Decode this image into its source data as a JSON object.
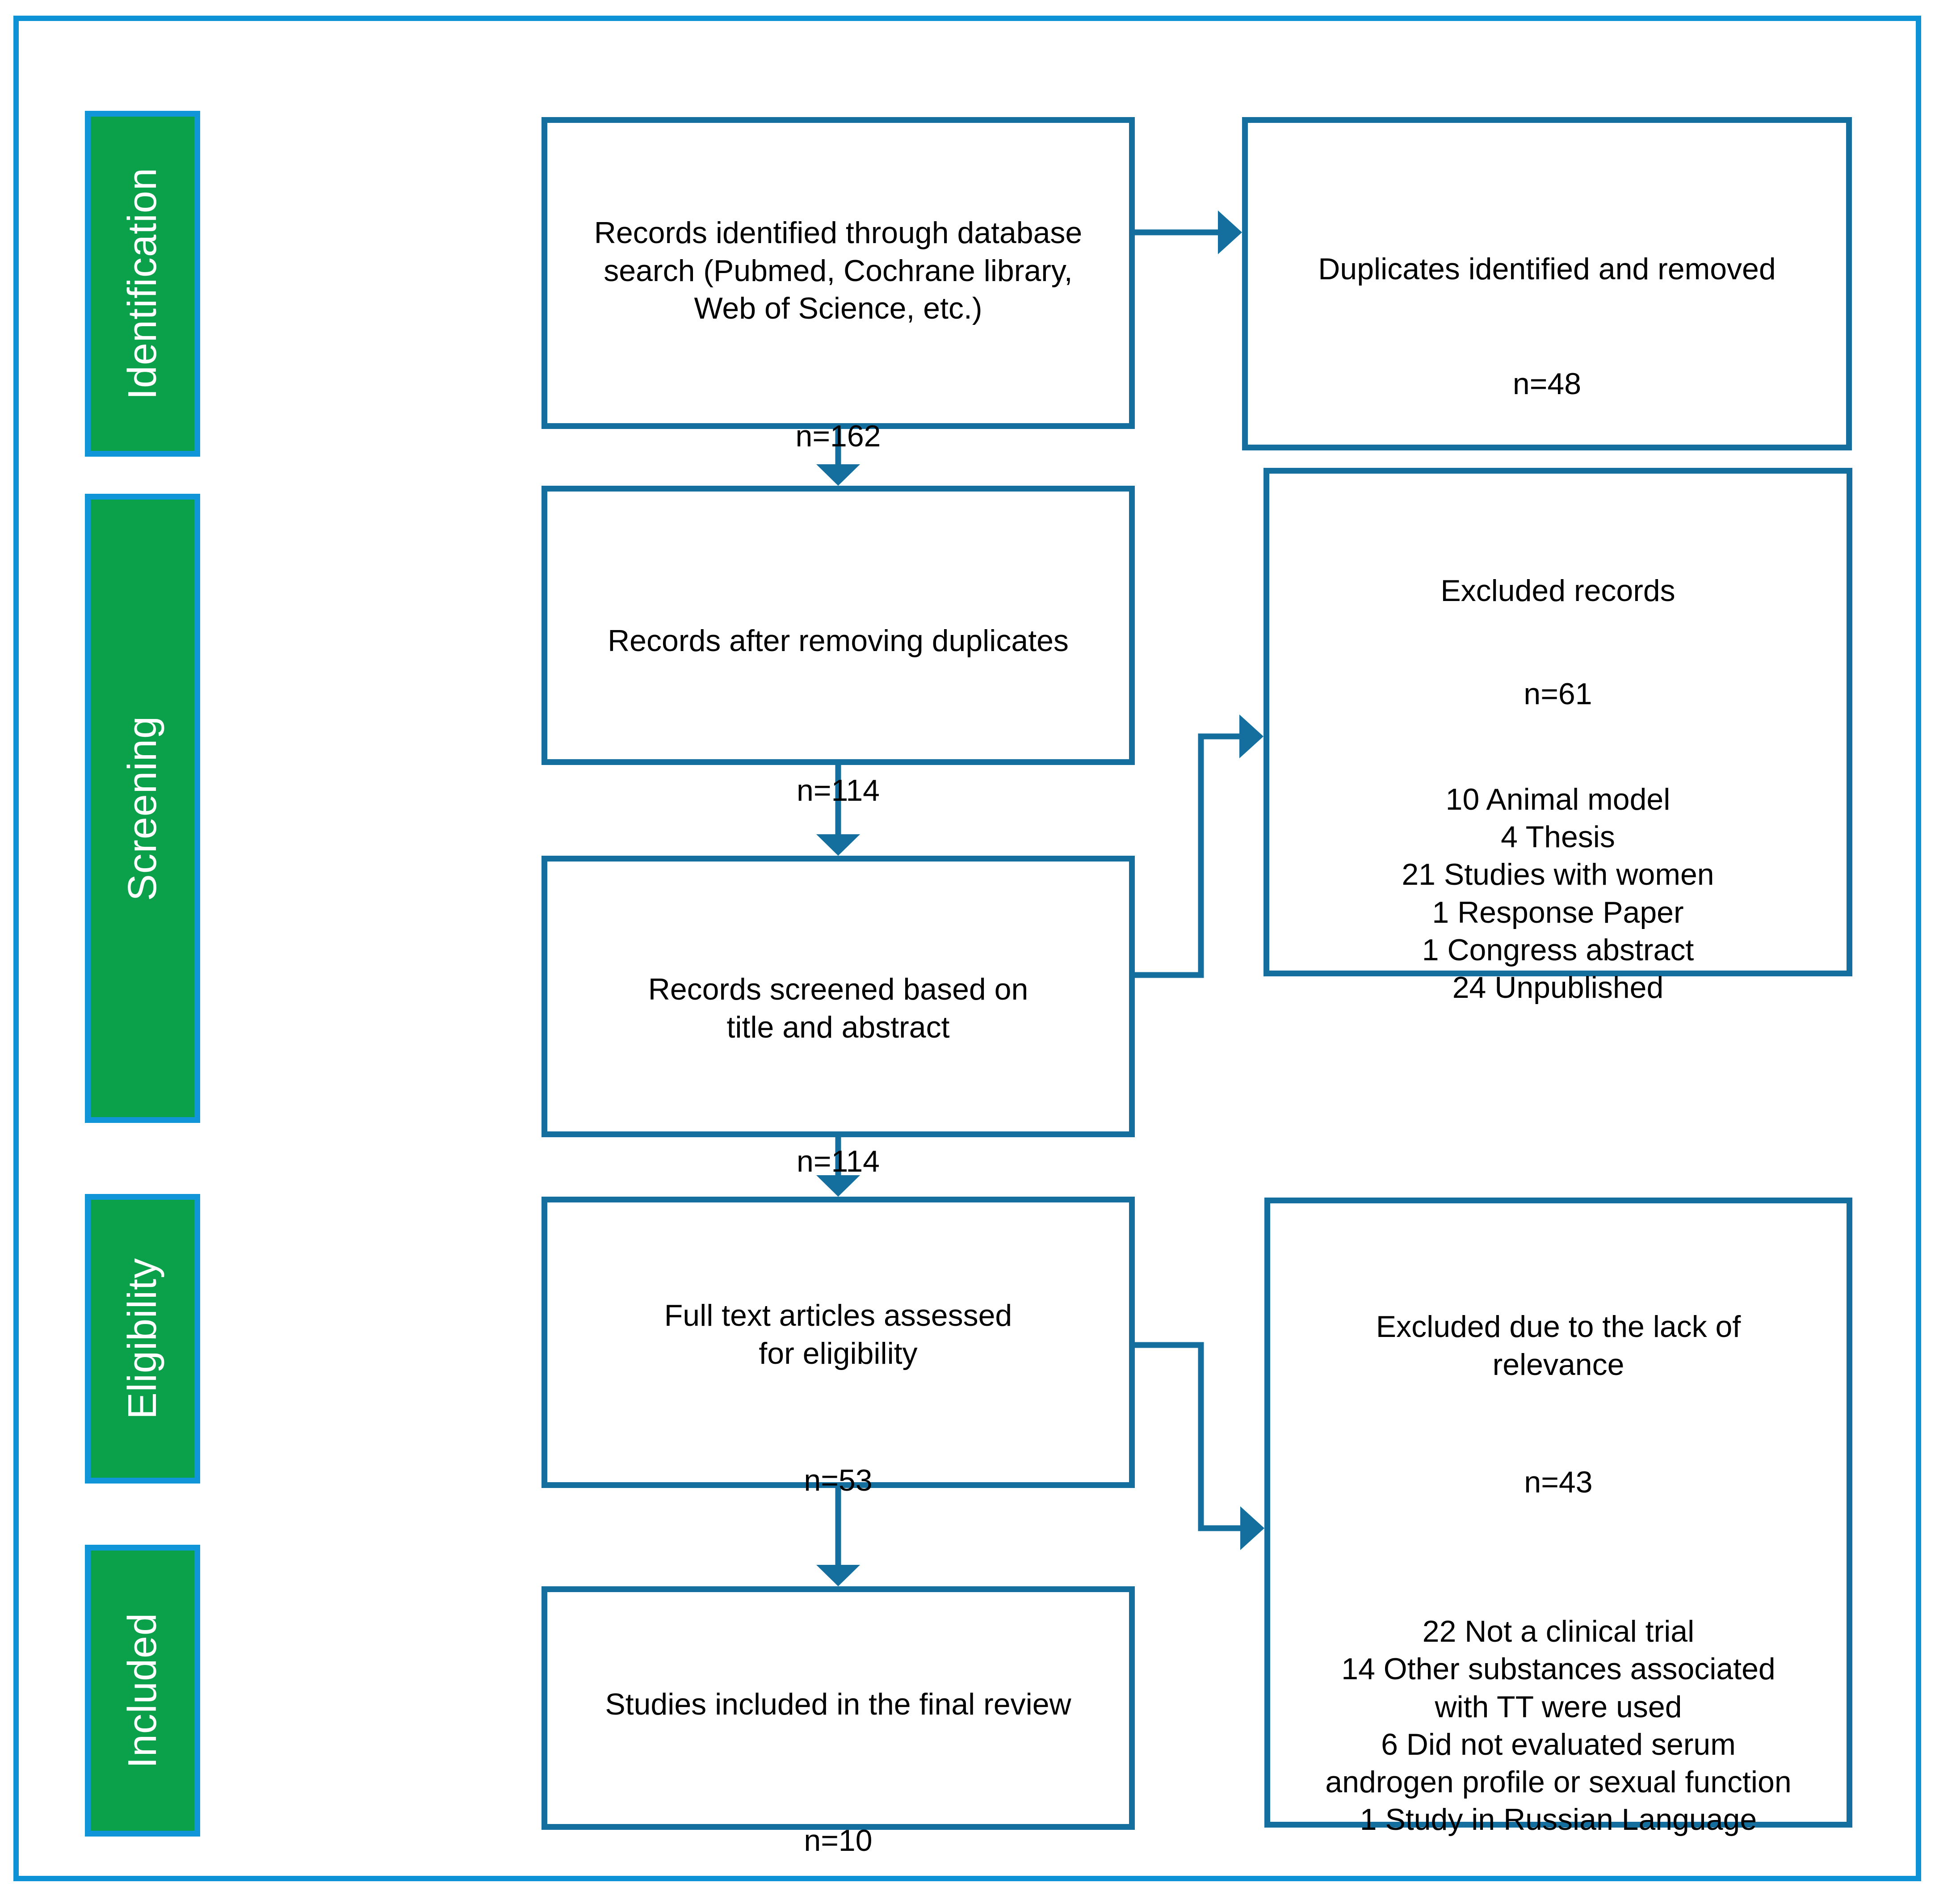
{
  "palette": {
    "frame_blue": "#0e92d6",
    "stage_border_blue": "#1095d8",
    "stage_green": "#0ba04a",
    "stage_text_color": "#ffffff",
    "connector_teal": "#156f9e",
    "box_text_color": "#000000",
    "background": "#ffffff"
  },
  "stages": [
    {
      "label": "Identification"
    },
    {
      "label": "Screening"
    },
    {
      "label": "Eligibility"
    },
    {
      "label": "Included"
    }
  ],
  "boxes": {
    "identified": {
      "text": "Records identified through database\nsearch (Pubmed, Cochrane library,\nWeb of Science, etc.)",
      "count": "n=162"
    },
    "duplicates_removed": {
      "text": "Duplicates identified and removed",
      "count": "n=48"
    },
    "after_duplicates": {
      "text": "Records after removing duplicates",
      "count": "n=114"
    },
    "excluded_records": {
      "title": "Excluded records",
      "count": "n=61",
      "items": [
        "10 Animal model",
        "4 Thesis",
        "21 Studies with women",
        "1 Response Paper",
        "1 Congress abstract",
        "24 Unpublished"
      ]
    },
    "screened": {
      "text": "Records screened based on\ntitle and abstract",
      "count": "n=114"
    },
    "full_text": {
      "text": "Full text articles assessed\nfor eligibility",
      "count": "n=53"
    },
    "excluded_relevance": {
      "title": "Excluded due to the lack of\nrelevance",
      "count": "n=43",
      "items": [
        "22 Not a clinical trial",
        "14 Other substances associated\nwith TT were used",
        "6 Did not evaluated serum\nandrogen profile or sexual function",
        "1 Study in Russian Language"
      ]
    },
    "included_final": {
      "text": "Studies included in the final review",
      "count": "n=10"
    }
  }
}
